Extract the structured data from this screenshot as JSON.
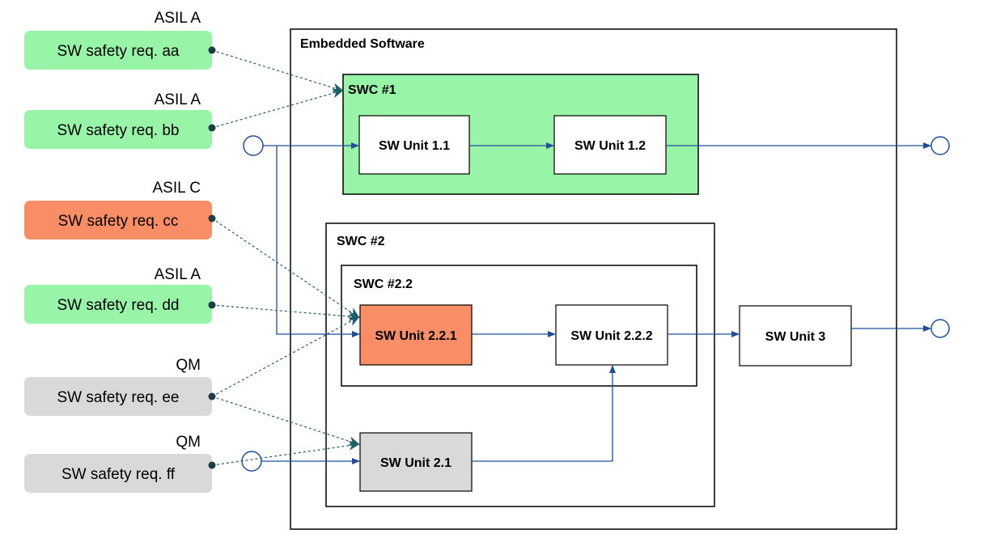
{
  "requirements": [
    {
      "asil": "ASIL A",
      "label": "SW safety req. aa",
      "fill": "#98F5A8"
    },
    {
      "asil": "ASIL A",
      "label": "SW safety req. bb",
      "fill": "#98F5A8"
    },
    {
      "asil": "ASIL C",
      "label": "SW safety req. cc",
      "fill": "#F98D66"
    },
    {
      "asil": "ASIL A",
      "label": "SW safety req. dd",
      "fill": "#98F5A8"
    },
    {
      "asil": "QM",
      "label": "SW safety req. ee",
      "fill": "#D9D9D9"
    },
    {
      "asil": "QM",
      "label": "SW safety req. ff",
      "fill": "#D9D9D9"
    }
  ],
  "containers": {
    "embedded": "Embedded Software",
    "swc1": "SWC #1",
    "swc2": "SWC #2",
    "swc22": "SWC #2.2"
  },
  "units": {
    "u11": "SW Unit 1.1",
    "u12": "SW Unit 1.2",
    "u221": "SW Unit 2.2.1",
    "u222": "SW Unit 2.2.2",
    "u21": "SW Unit 2.1",
    "u3": "SW Unit 3"
  },
  "colors": {
    "green": "#98F5A8",
    "orange": "#F98D66",
    "grey": "#D9D9D9",
    "arrow": "#1F4E9C",
    "dashed": "#1F5F6B"
  }
}
